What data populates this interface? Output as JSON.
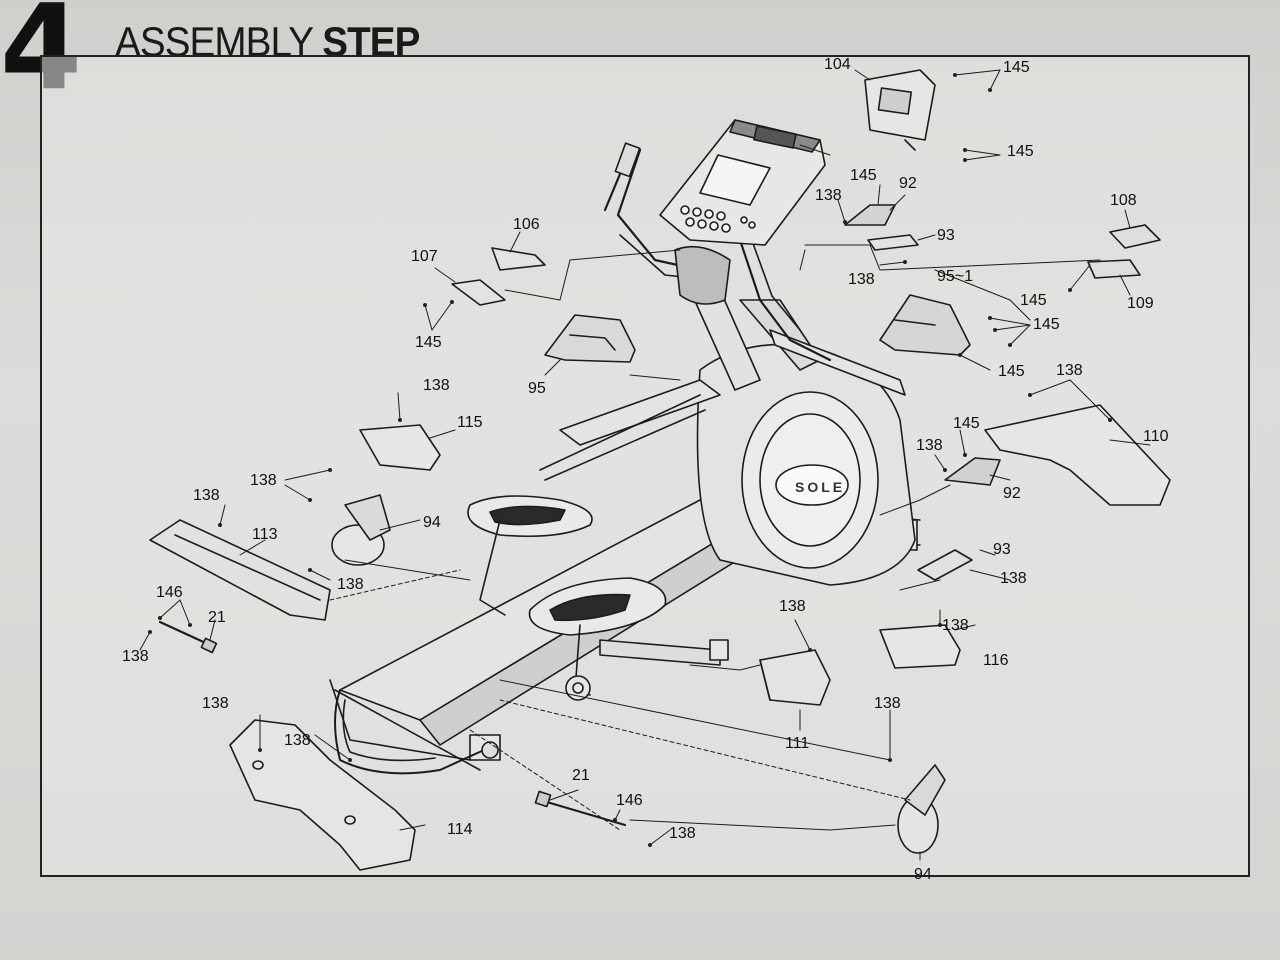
{
  "header": {
    "step_number": "4",
    "title_regular": "ASSEMBLY",
    "title_bold": "STEP"
  },
  "diagram": {
    "labels": [
      {
        "id": "l104",
        "text": "104"
      },
      {
        "id": "l145a",
        "text": "145"
      },
      {
        "id": "l145b",
        "text": "145"
      },
      {
        "id": "l145c",
        "text": "145"
      },
      {
        "id": "l92a",
        "text": "92"
      },
      {
        "id": "l138a",
        "text": "138"
      },
      {
        "id": "l93a",
        "text": "93"
      },
      {
        "id": "l138b",
        "text": "138"
      },
      {
        "id": "l108",
        "text": "108"
      },
      {
        "id": "l109",
        "text": "109"
      },
      {
        "id": "l145d",
        "text": "145"
      },
      {
        "id": "l95_1",
        "text": "95~1"
      },
      {
        "id": "l145e",
        "text": "145"
      },
      {
        "id": "l145f",
        "text": "145"
      },
      {
        "id": "l106",
        "text": "106"
      },
      {
        "id": "l107",
        "text": "107"
      },
      {
        "id": "l145g",
        "text": "145"
      },
      {
        "id": "l95",
        "text": "95"
      },
      {
        "id": "l138c",
        "text": "138"
      },
      {
        "id": "l115",
        "text": "115"
      },
      {
        "id": "l138d",
        "text": "138"
      },
      {
        "id": "l110",
        "text": "110"
      },
      {
        "id": "l145h",
        "text": "145"
      },
      {
        "id": "l138e",
        "text": "138"
      },
      {
        "id": "l92b",
        "text": "92"
      },
      {
        "id": "l138f",
        "text": "138"
      },
      {
        "id": "l94a",
        "text": "94"
      },
      {
        "id": "l138g",
        "text": "138"
      },
      {
        "id": "l113",
        "text": "113"
      },
      {
        "id": "l138h",
        "text": "138"
      },
      {
        "id": "l93b",
        "text": "93"
      },
      {
        "id": "l138i",
        "text": "138"
      },
      {
        "id": "l146a",
        "text": "146"
      },
      {
        "id": "l21a",
        "text": "21"
      },
      {
        "id": "l138j",
        "text": "138"
      },
      {
        "id": "l138k",
        "text": "138"
      },
      {
        "id": "l138l",
        "text": "138"
      },
      {
        "id": "l116",
        "text": "116"
      },
      {
        "id": "l111",
        "text": "111"
      },
      {
        "id": "l138m",
        "text": "138"
      },
      {
        "id": "l138n",
        "text": "138"
      },
      {
        "id": "l138o",
        "text": "138"
      },
      {
        "id": "l21b",
        "text": "21"
      },
      {
        "id": "l146b",
        "text": "146"
      },
      {
        "id": "l138p",
        "text": "138"
      },
      {
        "id": "l114",
        "text": "114"
      },
      {
        "id": "l94b",
        "text": "94"
      }
    ]
  },
  "logo_text": "SOLE"
}
